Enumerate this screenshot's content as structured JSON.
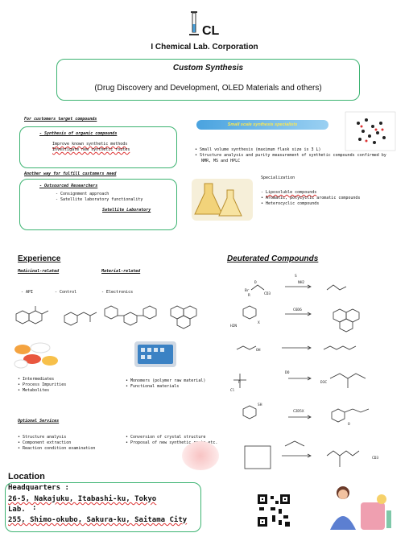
{
  "brand": {
    "logo_letters": "CL",
    "company": "I Chemical Lab. Corporation"
  },
  "banner": {
    "title": "Custom Synthesis",
    "subtitle": "(Drug Discovery and Development, OLED Materials and others)"
  },
  "left_top": {
    "heading": "For customers target compounds",
    "box1_title": "- Synthesis of organic compounds",
    "box1_lines": [
      "Improve known synthetic methods",
      "Investigate new synthetic routes"
    ],
    "heading2": "Another way for fulfill customers need",
    "box2_title": "- Outsourced Researchers",
    "box2_lines": [
      "- Consignment approach",
      "- Satellite laboratory functionality"
    ],
    "box2_link": "Satellite Laboratory"
  },
  "right_top": {
    "pill": "Small scale synthesis specialists",
    "bullets": [
      "Small volume synthesis (maximum flask size is 3 L)",
      "Structure analysis and purity measurement of synthetic compounds confirmed by NMR, MS and HPLC"
    ],
    "spec_title": "Specialization",
    "spec_items": [
      "Liposoluble compounds",
      "Aromatic, polycyclic aromatic compounds",
      "Heterocyclic compounds"
    ]
  },
  "experience": {
    "title": "Experience",
    "med_title": "Medicinal-related",
    "mat_title": "Material-related",
    "med_labels": [
      "- API",
      "- Control"
    ],
    "mat_label": "- Electronics",
    "med_bullets": [
      "Intermediates",
      "Process Impurities",
      "Metabolites"
    ],
    "mat_bullets": [
      "Monomers (polymer raw material)",
      "Functional materials"
    ],
    "optional_title": "Optional Services",
    "opt_left": [
      "Structure analysis",
      "Component extraction",
      "Reaction condition examination"
    ],
    "opt_right": [
      "Conversion of crystal structure",
      "Proposal of new synthetic route etc."
    ]
  },
  "deuterated": {
    "title": "Deuterated Compounds",
    "labels": [
      "D",
      "R",
      "Br",
      "CD3",
      "NH2",
      "S",
      "H2N",
      "X",
      "C6D6",
      "OH",
      "DO",
      "P",
      "Cl",
      "D3C",
      "SH",
      "C2D5X",
      "O",
      "CD3"
    ]
  },
  "location": {
    "title": "Location",
    "hq_label": "Headquarters :",
    "hq_addr": "26-5, Nakajuku, Itabashi-ku, Tokyo",
    "lab_label": "Lab.",
    "lab_colon": ":",
    "lab_addr": "255, Shimo-okubo, Sakura-ku, Saitama City"
  },
  "colors": {
    "green": "#3cb371",
    "blue_pill": "#4aa3df",
    "pill_text": "#ffe94d"
  }
}
